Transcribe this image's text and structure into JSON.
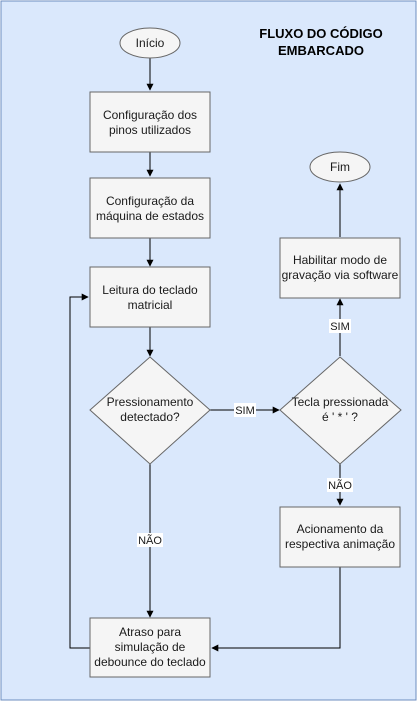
{
  "diagram": {
    "title_line1": "FLUXO DO CÓDIGO",
    "title_line2": "EMBARCADO",
    "colors": {
      "background": "#dae8fc",
      "background_border": "#6c8ebf",
      "node_fill": "#f5f5f5",
      "node_border": "#666666",
      "edge": "#000000"
    },
    "nodes": {
      "inicio": "Início",
      "config_pinos_l1": "Configuração dos",
      "config_pinos_l2": "pinos utilizados",
      "config_maquina_l1": "Configuração da",
      "config_maquina_l2": "máquina de estados",
      "leitura_l1": "Leitura do teclado",
      "leitura_l2": "matricial",
      "pressionamento_l1": "Pressionamento",
      "pressionamento_l2": "detectado?",
      "tecla_l1": "Tecla pressionada",
      "tecla_l2": "é ' * ' ?",
      "habilitar_l1": "Habilitar modo de",
      "habilitar_l2": "gravação via software",
      "fim": "Fim",
      "acionamento_l1": "Acionamento da",
      "acionamento_l2": "respectiva animação",
      "atraso_l1": "Atraso para",
      "atraso_l2": "simulação de",
      "atraso_l3": "debounce do teclado"
    },
    "edge_labels": {
      "pressionamento_sim": "SIM",
      "pressionamento_nao": "NÃO",
      "tecla_sim": "SIM",
      "tecla_nao": "NÃO"
    }
  }
}
